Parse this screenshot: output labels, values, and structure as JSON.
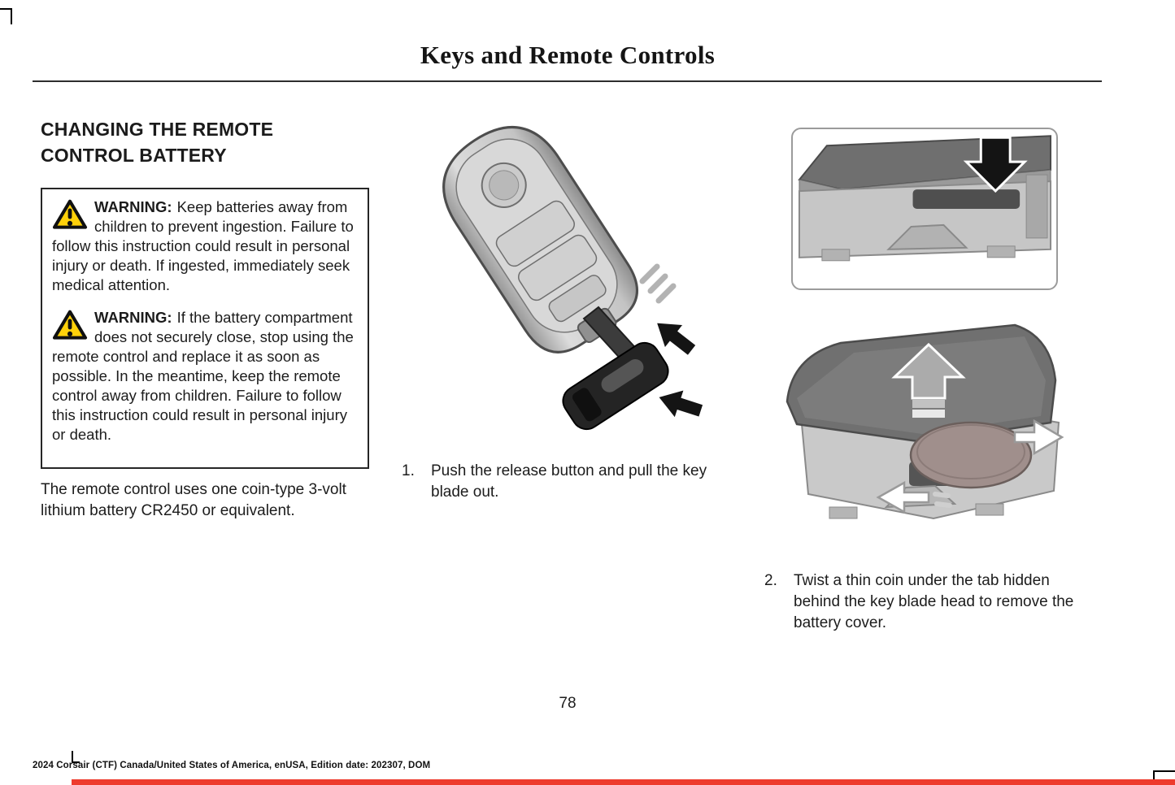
{
  "header": {
    "title": "Keys and Remote Controls"
  },
  "section": {
    "title": "CHANGING THE REMOTE CONTROL BATTERY"
  },
  "warnings": [
    {
      "label": "WARNING:",
      "text": "Keep batteries away from children to prevent ingestion. Failure to follow this instruction could result in personal injury or death. If ingested, immediately seek medical attention."
    },
    {
      "label": "WARNING:",
      "text": "If the battery compartment does not securely close, stop using the remote control and replace it as soon as possible. In the meantime, keep the remote control away from children. Failure to follow this instruction could result in personal injury or death."
    }
  ],
  "intro": {
    "text": "The remote control uses one coin-type 3-volt lithium battery CR2450 or equivalent."
  },
  "steps": [
    {
      "number": "1.",
      "text": "Push the release button and pull the key blade out."
    },
    {
      "number": "2.",
      "text": "Twist a thin coin under the tab hidden behind the key blade head to remove the battery cover."
    }
  ],
  "illustrations": {
    "fob": "key-fob-with-key-blade-released",
    "cover_closeup": "battery-cover-tab-closeup",
    "cover_removal": "battery-cover-removal-with-coin"
  },
  "icons": {
    "warning": "warning-triangle-icon",
    "arrows": "black-direction-arrow-icon"
  },
  "footer": {
    "page_number": "78",
    "edition": "2024 Corsair (CTF) Canada/United States of America, enUSA, Edition date: 202307, DOM"
  },
  "colors": {
    "warning_yellow": "#ffd10a",
    "footer_bar_red": "#ee3b2d",
    "text": "#1c1c1c"
  }
}
